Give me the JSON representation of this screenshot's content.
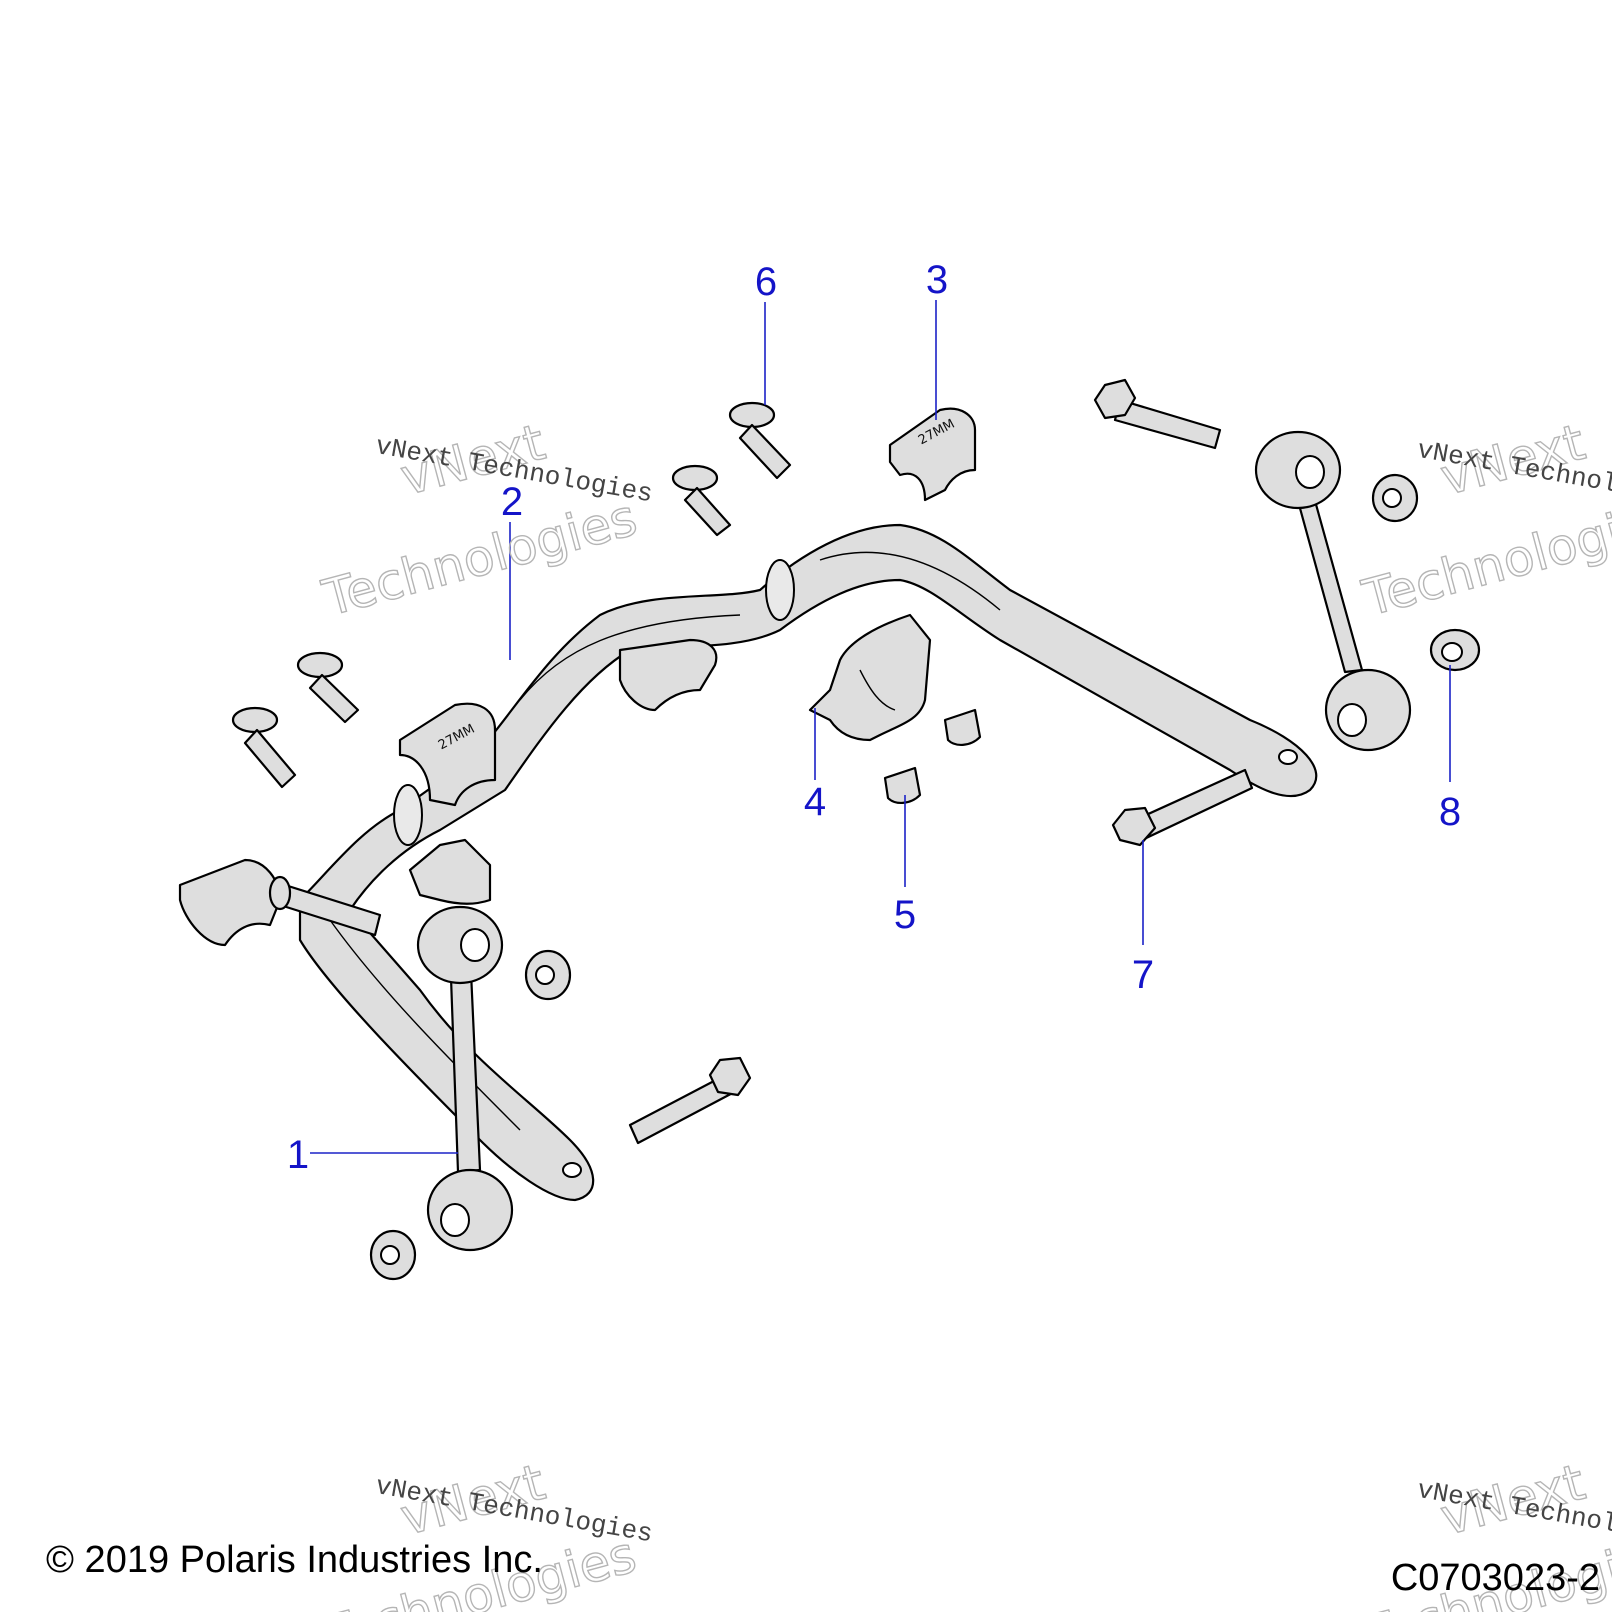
{
  "callouts": [
    {
      "number": "1",
      "part": "stabilizer-link"
    },
    {
      "number": "2",
      "part": "stabilizer-bar"
    },
    {
      "number": "3",
      "part": "bushing"
    },
    {
      "number": "4",
      "part": "bushing-clamp"
    },
    {
      "number": "5",
      "part": "rivet-insert"
    },
    {
      "number": "6",
      "part": "carriage-bolt"
    },
    {
      "number": "7",
      "part": "flange-bolt"
    },
    {
      "number": "8",
      "part": "flange-nut"
    }
  ],
  "bushing_size_text": "27MM",
  "footer": {
    "copyright": "© 2019 Polaris Industries Inc.",
    "figure_id": "C0703023-2"
  },
  "watermark": {
    "line1": "vNext Technologies",
    "word1": "vNext",
    "word2": "Technologies"
  },
  "colors": {
    "callout": "#1414c8",
    "part_fill": "#dedede",
    "watermark": "#b5b5b5"
  }
}
